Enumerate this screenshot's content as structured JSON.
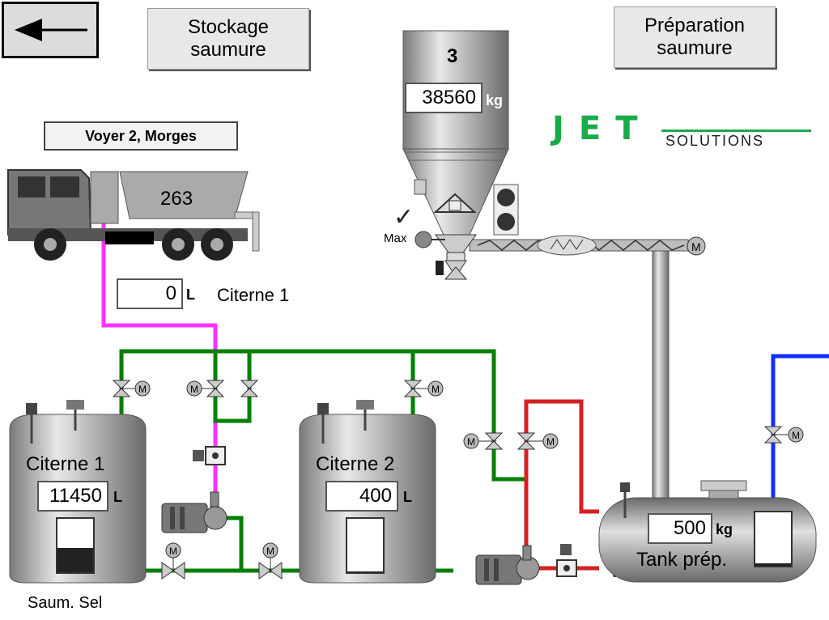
{
  "nav": {
    "back_icon": "left-arrow-icon",
    "stockage_line1": "Stockage",
    "stockage_line2": "saumure",
    "preparation_line1": "Préparation",
    "preparation_line2": "saumure"
  },
  "truck": {
    "location": "Voyer 2, Morges",
    "load": "263",
    "flow_value": "0",
    "flow_unit": "L",
    "destination": "Citerne 1"
  },
  "silo": {
    "number": "3",
    "weight": "38560",
    "unit": "kg",
    "max_label": "Max"
  },
  "logo": {
    "text": "JET",
    "subtext": "SOLUTIONS"
  },
  "citerne1": {
    "name": "Citerne 1",
    "volume": "11450",
    "unit": "L",
    "content": "Saum. Sel",
    "level_fraction": 0.45
  },
  "citerne2": {
    "name": "Citerne 2",
    "volume": "400",
    "unit": "L",
    "level_fraction": 0.02
  },
  "tank_prep": {
    "name": "Tank prép.",
    "weight": "500",
    "unit": "kg",
    "level_fraction": 0.05
  },
  "colors": {
    "magenta": "#ff33ff",
    "green": "#008000",
    "red": "#d42020",
    "blue": "#1030ff",
    "logo_green": "#1aaa4a"
  }
}
